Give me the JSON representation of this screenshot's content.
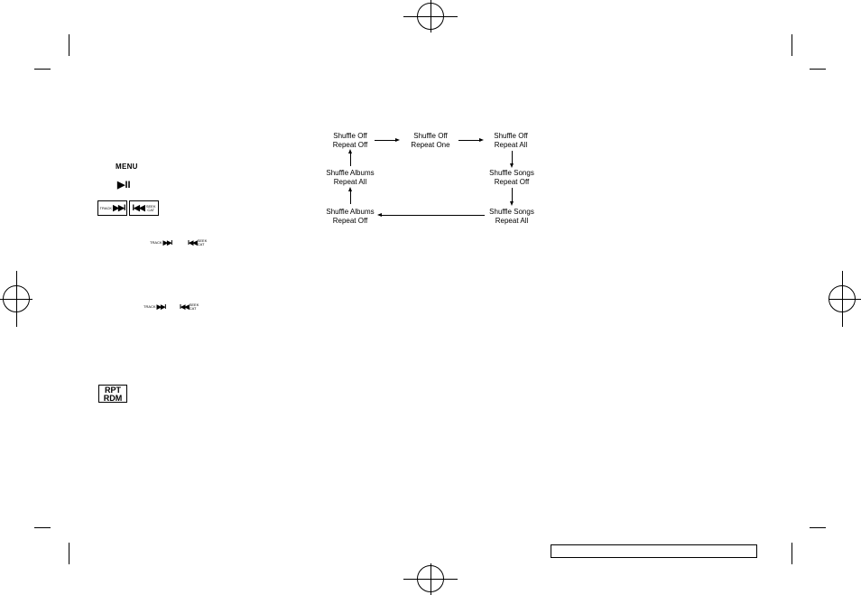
{
  "controls": {
    "menu_label": "MENU",
    "play_pause_glyph": "▶II",
    "track_label": "TRACK",
    "track_glyph": "▶▶I",
    "seek_glyph": "I◀◀",
    "seek_label_top": "SEEK",
    "seek_label_bottom": "CAT",
    "rpt_label": "RPT",
    "rdm_label": "RDM"
  },
  "diagram": {
    "nodes": {
      "shuffle_off_repeat_off": {
        "line1": "Shuffle Off",
        "line2": "Repeat Off"
      },
      "shuffle_off_repeat_one": {
        "line1": "Shuffle Off",
        "line2": "Repeat One"
      },
      "shuffle_off_repeat_all": {
        "line1": "Shuffle Off",
        "line2": "Repeat All"
      },
      "shuffle_albums_repeat_all": {
        "line1": "Shuffle Albums",
        "line2": "Repeat All"
      },
      "shuffle_songs_repeat_off": {
        "line1": "Shuffle Songs",
        "line2": "Repeat Off"
      },
      "shuffle_albums_repeat_off": {
        "line1": "Shuffle Albums",
        "line2": "Repeat Off"
      },
      "shuffle_songs_repeat_all": {
        "line1": "Shuffle Songs",
        "line2": "Repeat All"
      }
    }
  }
}
